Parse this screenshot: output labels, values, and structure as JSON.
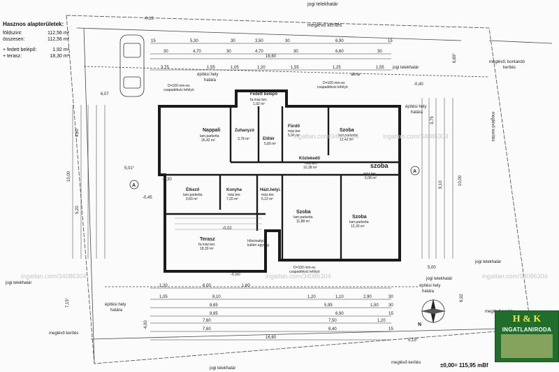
{
  "area_summary": {
    "header": "Hasznos alapterületek:",
    "rows": [
      {
        "label": "földszint:",
        "value": "112,56 m²"
      },
      {
        "label": "összesen:",
        "value": "112,56 m²"
      },
      {
        "label": "+ fedett belépő:",
        "value": "1,92 m²"
      },
      {
        "label": "+ terasz:",
        "value": "18,30 m²"
      }
    ]
  },
  "boundary_labels": {
    "top_lot": "jogi telekhatár",
    "top_fence": "meglévő kerítés",
    "top_build_line_1": "építési hely",
    "top_build_line_2": "határa",
    "right_lot": "jogi telekhatár",
    "right_build_1": "építési hely",
    "right_build_2": "határa",
    "right_fence": "meglévő kerítés",
    "right_demolish_1": "meglévő, bontandó",
    "right_demolish_2": "kerítés",
    "left_lot": "jogi telekhatár",
    "bottom_build_1": "építési hely",
    "bottom_build_2": "határa",
    "bottom_fence": "meglévő kerítés",
    "bottom_lot": "jogi telekhatár"
  },
  "rooms": [
    {
      "name": "Nappali",
      "floor": "lam.parketta",
      "area": "26,42 m²"
    },
    {
      "name": "Zuhanyzó",
      "floor": "",
      "area": "3,78 m²"
    },
    {
      "name": "Fürdő",
      "floor": "máz.ker.",
      "area": "5,94 m²"
    },
    {
      "name": "Szoba",
      "floor": "lam.parketta",
      "area": "12,42 m²"
    },
    {
      "name": "Előtér",
      "floor": "",
      "area": "5,80 m²"
    },
    {
      "name": "Fedett belépő",
      "floor": "fa.máz.ker.",
      "area": "1,92 m²"
    },
    {
      "name": "Közlekedő",
      "floor": "máz.ker.",
      "area": "10,38 m²"
    },
    {
      "name": "szoba",
      "floor": "máz.ker.",
      "area": "6,08 m²"
    },
    {
      "name": "Étkező",
      "floor": "lam.parketta",
      "area": "9,60 m²"
    },
    {
      "name": "Konyha",
      "floor": "máz.ker.",
      "area": "7,20 m²"
    },
    {
      "name": "Házt.helyi.",
      "floor": "máz.ker.",
      "area": "5,22 m²"
    },
    {
      "name": "Szoba",
      "floor": "lam.parketta",
      "area": "11,88 m²"
    },
    {
      "name": "Szoba",
      "floor": "lam.parketta",
      "area": "12,30 m²"
    },
    {
      "name": "Terasz",
      "floor": "fa.máz.ker.",
      "area": "18,30 m²"
    }
  ],
  "notes": {
    "downpipe_1": "D=100 mm-es",
    "downpipe_2": "csapadékvíz lefolyó",
    "heating_1": "hőszivattyú",
    "heating_2": "kültéri egység",
    "window": "akna"
  },
  "dimensions": {
    "top_row_1": [
      "15",
      "5,30",
      "30",
      "3,50",
      "30",
      "6,90",
      "15"
    ],
    "top_row_2": [
      "30",
      "4,70",
      "30",
      "4,70",
      "30",
      "6,60",
      "30"
    ],
    "top_total": "16,60",
    "top_row_3": [
      "3,75",
      "1,55",
      "1,05",
      "1,20",
      "1,55",
      "1,25",
      "1,55"
    ],
    "bottom_row_1": [
      "1,20",
      "6,00",
      "1,60"
    ],
    "bottom_row_2": [
      "1,05",
      "8,10",
      "1,20",
      "1,10",
      "2,90",
      "30"
    ],
    "bottom_row_3": [
      "8,65",
      "5,95",
      "1,50",
      "30"
    ],
    "bottom_row_4": [
      "8,65",
      "6,90",
      "15"
    ],
    "bottom_row_5": [
      "7,60",
      "7,50",
      "1,20"
    ],
    "bottom_row_6": [
      "7,60",
      "8,40",
      "15"
    ],
    "bottom_total": "16,60",
    "left_col": [
      "4,60",
      "5,20",
      "10,00"
    ],
    "right_col": [
      "3,75",
      "9,10",
      "10,00"
    ],
    "misc": [
      "-0,15",
      "6,07",
      "5,01°",
      "6,69°",
      "6,92",
      "7,15°",
      "4,00",
      "5,00",
      "5,15°",
      "-0,45",
      "-0,30",
      "-0,02",
      "-0,50",
      "-0,40"
    ]
  },
  "markers": {
    "section": "A",
    "north": "N"
  },
  "watermark": "ingatlan.com/34086304",
  "logo": {
    "mark": "H & K",
    "firm": "INGATLANIRODA"
  },
  "elevation": "±0,00= 115,95 mBf",
  "colors": {
    "line": "#2a2a2a",
    "logo_green": "#1f6e2c",
    "logo_gold": "#f2e14a",
    "watermark": "#c6c6c6"
  }
}
